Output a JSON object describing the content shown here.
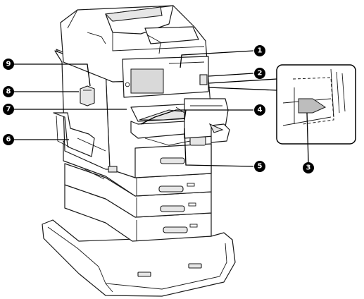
{
  "callouts": [
    {
      "id": "callout-1",
      "label": "1"
    },
    {
      "id": "callout-2",
      "label": "2"
    },
    {
      "id": "callout-3",
      "label": "3"
    },
    {
      "id": "callout-4",
      "label": "4"
    },
    {
      "id": "callout-5",
      "label": "5"
    },
    {
      "id": "callout-6",
      "label": "6"
    },
    {
      "id": "callout-7",
      "label": "7"
    },
    {
      "id": "callout-8",
      "label": "8"
    },
    {
      "id": "callout-9",
      "label": "9"
    }
  ],
  "colors": {
    "line": "#1a1a1a",
    "badge": "#000000",
    "panel_screen": "#d9d9d9",
    "highlight_tab": "#bdbdbd"
  }
}
